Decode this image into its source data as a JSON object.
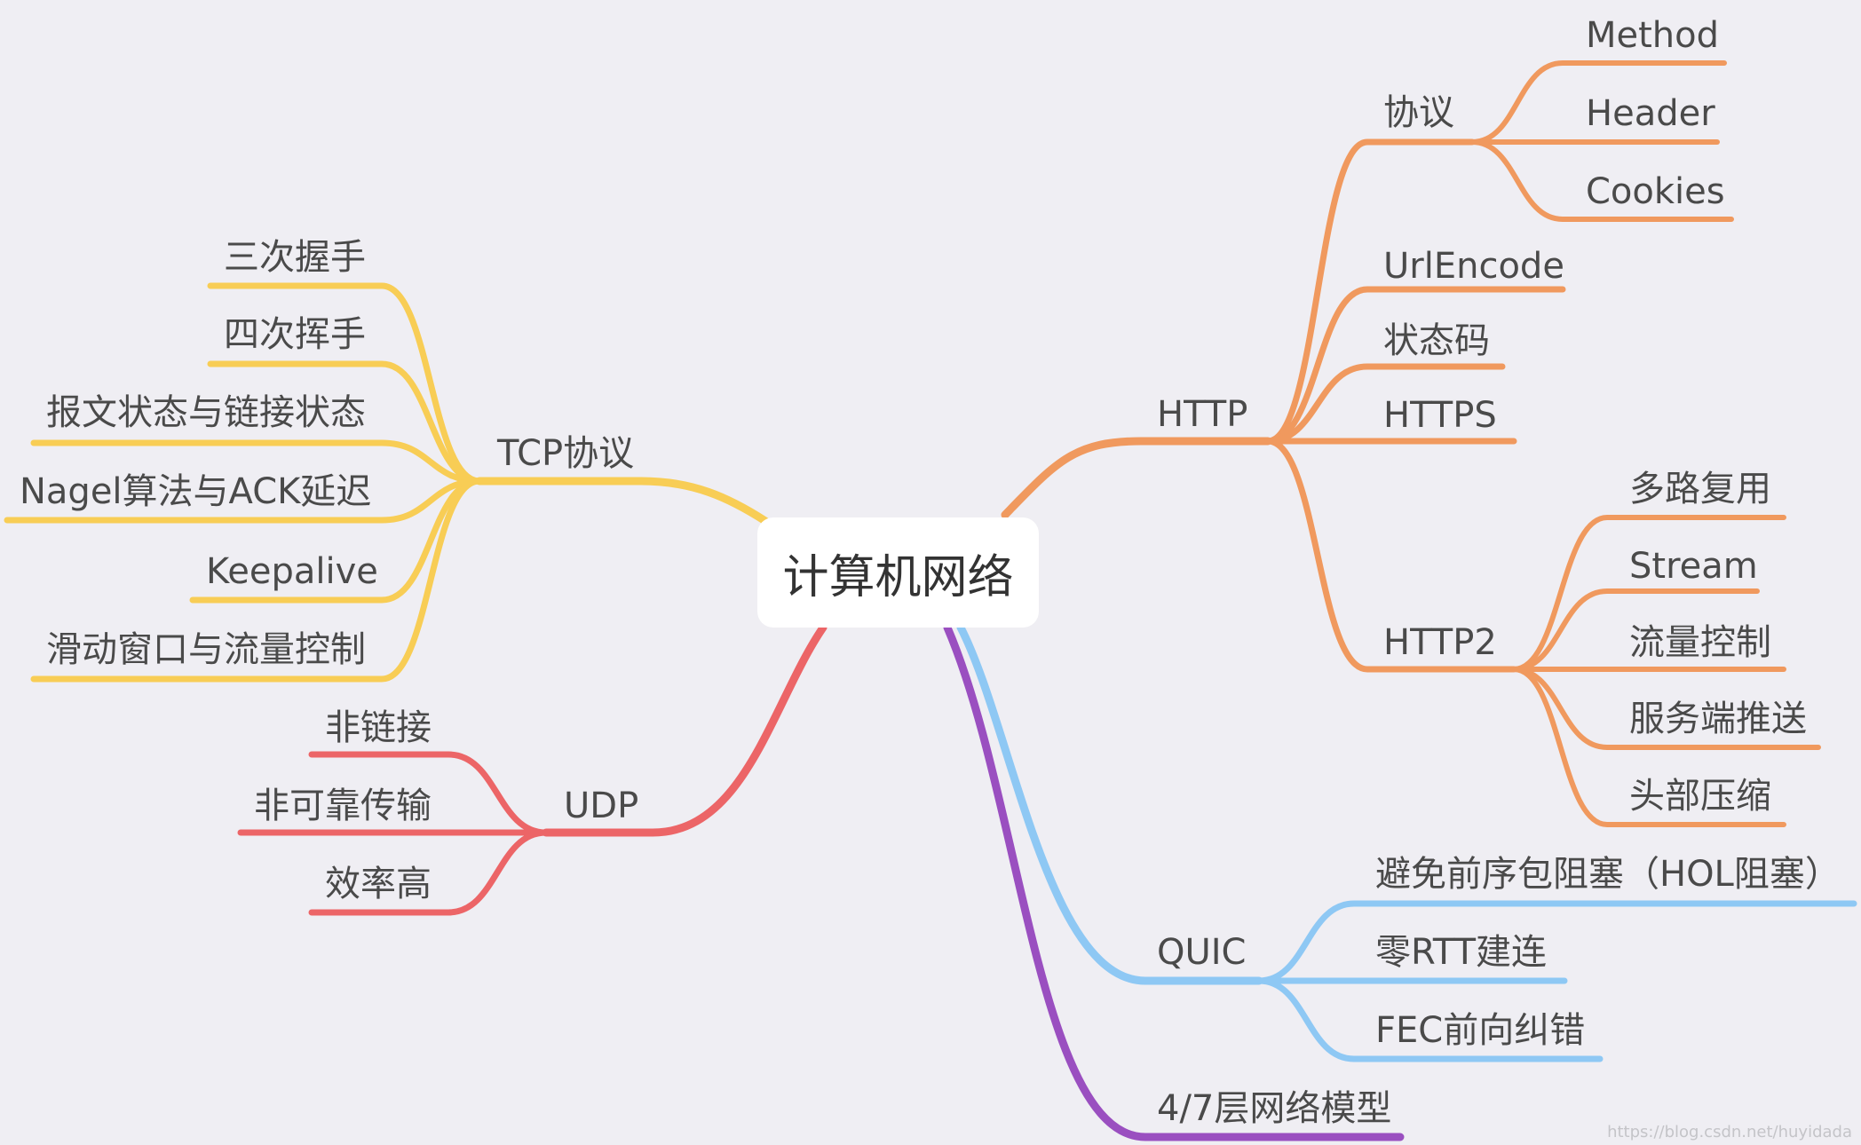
{
  "root": {
    "label": "计算机网络"
  },
  "colors": {
    "background": "#efeef3",
    "http": "#f0995e",
    "tcp": "#f8cd55",
    "udp": "#ec6567",
    "quic": "#8ec8f4",
    "model": "#9a4fc0",
    "text": "#4a4a4a"
  },
  "branches": {
    "http": {
      "label": "HTTP",
      "protocol": {
        "label": "协议",
        "children": [
          "Method",
          "Header",
          "Cookies"
        ]
      },
      "urlencode": "UrlEncode",
      "status_code": "状态码",
      "https": "HTTPS",
      "http2": {
        "label": "HTTP2",
        "children": [
          "多路复用",
          "Stream",
          "流量控制",
          "服务端推送",
          "头部压缩"
        ]
      }
    },
    "tcp": {
      "label": "TCP协议",
      "children": [
        "三次握手",
        "四次挥手",
        "报文状态与链接状态",
        "Nagel算法与ACK延迟",
        "Keepalive",
        "滑动窗口与流量控制"
      ]
    },
    "udp": {
      "label": "UDP",
      "children": [
        "非链接",
        "非可靠传输",
        "效率高"
      ]
    },
    "quic": {
      "label": "QUIC",
      "children": [
        "避免前序包阻塞（HOL阻塞）",
        "零RTT建连",
        "FEC前向纠错"
      ]
    },
    "model": {
      "label": "4/7层网络模型"
    }
  },
  "watermark": "https://blog.csdn.net/huyidada"
}
